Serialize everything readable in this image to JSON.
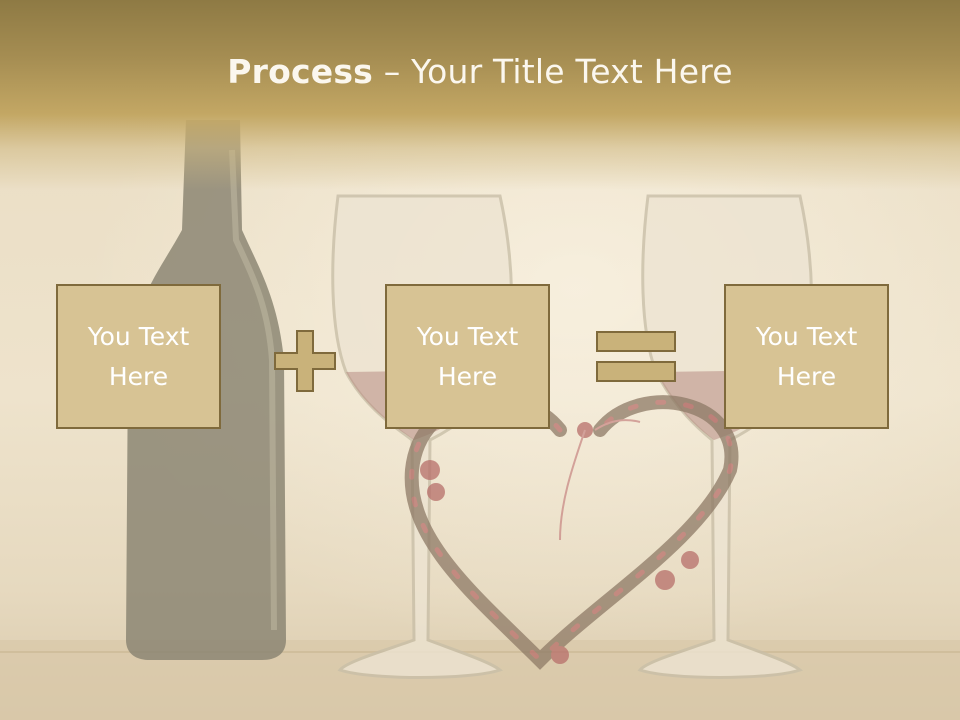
{
  "slide": {
    "title_bold": "Process",
    "title_rest": " – Your Title Text Here"
  },
  "boxes": [
    {
      "text": "You Text Here"
    },
    {
      "text": "You Text Here"
    },
    {
      "text": "You Text Here"
    }
  ],
  "operators": [
    "plus-icon",
    "equals-icon"
  ],
  "colors": {
    "title_band": "#a58d52",
    "box_fill": "#d7c394",
    "box_border": "#7f6a3c",
    "operator_fill": "#c9b27a",
    "text": "#ffffff"
  }
}
